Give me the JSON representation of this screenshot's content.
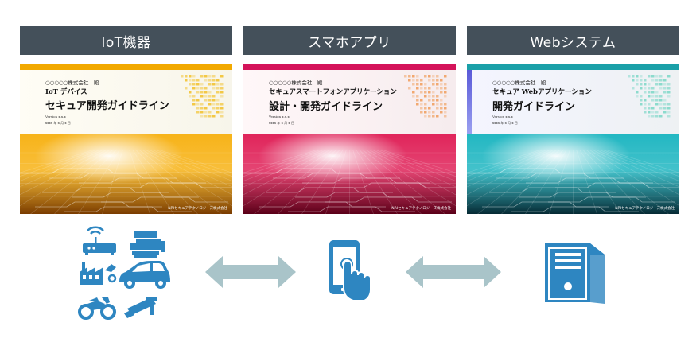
{
  "columns": [
    {
      "header": "IoT機器",
      "cover": {
        "org": "○○○○○株式会社　殿",
        "subtitle": "IoT デバイス",
        "title": "セキュア開発ガイドライン",
        "version": "Version x.x.x",
        "date": "xxxx 年 x 月 x 日",
        "company": "NRIセキュアテクノロジーズ株式会社",
        "accent": "#f2a900",
        "tech_dark": "#7a3c00",
        "tech_light": "#f7b318",
        "dot_color": "#f2c230"
      }
    },
    {
      "header": "スマホアプリ",
      "cover": {
        "org": "○○○○○株式会社　殿",
        "subtitle": "セキュアスマートフォンアプリケーション",
        "title": "設計・開発ガイドライン",
        "version": "Version x.x.x",
        "date": "xxxx 年 x 月 x 日",
        "company": "NRIセキュアテクノロジーズ株式会社",
        "accent": "#d4145a",
        "tech_dark": "#5a0018",
        "tech_light": "#e0245a",
        "dot_color": "#f0a060"
      }
    },
    {
      "header": "Webシステム",
      "cover": {
        "org": "○○○○○株式会社　殿",
        "subtitle": "セキュア Webアプリケーション",
        "title": "開発ガイドライン",
        "version": "Version x.x.x",
        "date": "xxxx 年 x 月 x 日",
        "company": "NRIセキュアテクノロジーズ株式会社",
        "accent": "#1aa0a8",
        "tech_dark": "#062a34",
        "tech_light": "#22b7c2",
        "dot_color": "#7fd8c8",
        "side_accent": "#5a5ad8"
      }
    }
  ],
  "icons": {
    "color": "#2e86c1",
    "arrow_color": "#a9c4c9",
    "names": [
      "router-icon",
      "printer-icon",
      "factory-icon",
      "car-icon",
      "motorcycle-icon",
      "camera-icon",
      "smartphone-touch-icon",
      "server-icon"
    ]
  }
}
